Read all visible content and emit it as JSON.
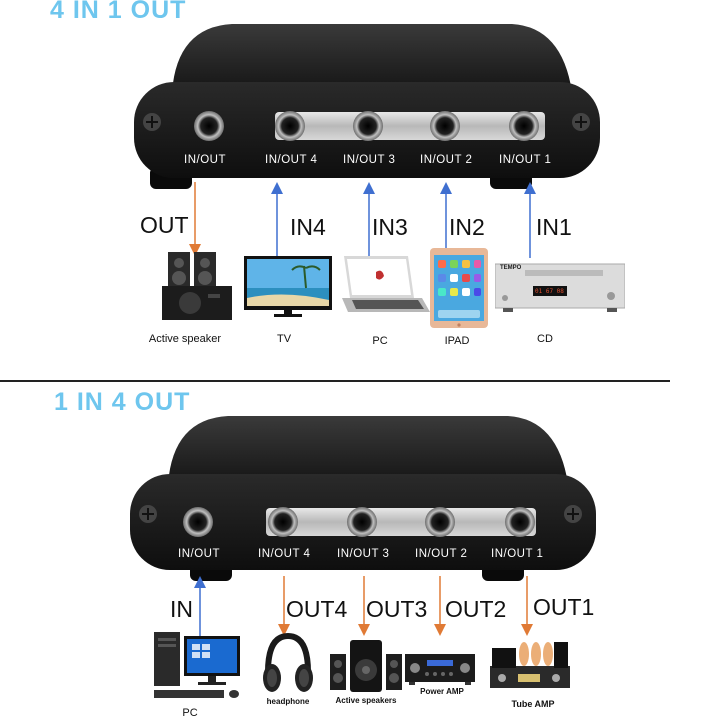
{
  "colors": {
    "title": "#6ec6ee",
    "arrow_blue": "#3f6fd0",
    "arrow_orange": "#e07a35",
    "case": "#1e1e1e"
  },
  "section1": {
    "title": "4 IN 1 OUT",
    "ports": [
      "IN/OUT",
      "IN/OUT 4",
      "IN/OUT 3",
      "IN/OUT 2",
      "IN/OUT 1"
    ],
    "signals": [
      "OUT",
      "IN4",
      "IN3",
      "IN2",
      "IN1"
    ],
    "devices": [
      "Active speaker",
      "TV",
      "PC",
      "IPAD",
      "CD"
    ],
    "cd_brand": "TEMPO",
    "cd_display": "01 67 08"
  },
  "section2": {
    "title": "1 IN 4 OUT",
    "ports": [
      "IN/OUT",
      "IN/OUT 4",
      "IN/OUT 3",
      "IN/OUT 2",
      "IN/OUT 1"
    ],
    "signals": [
      "IN",
      "OUT4",
      "OUT3",
      "OUT2",
      "OUT1"
    ],
    "devices": [
      "PC",
      "headphone",
      "Active speakers",
      "Power AMP",
      "Tube AMP"
    ]
  }
}
